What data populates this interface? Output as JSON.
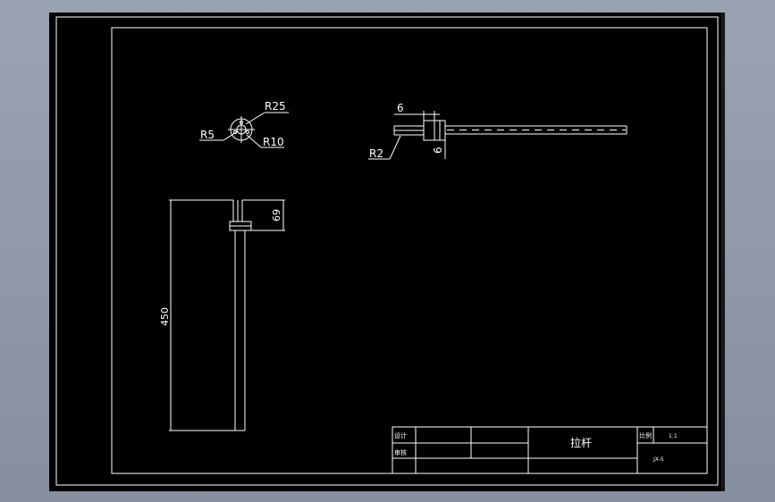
{
  "colors": {
    "background": "#000000",
    "lines": "#ffffff",
    "window": "#8d97a7"
  },
  "top_view": {
    "r25": "R25",
    "r5": "R5",
    "r10": "R10"
  },
  "side_view": {
    "dim_top": "6",
    "dim_side": "6",
    "r2": "R2"
  },
  "front_view": {
    "dim_69": "69",
    "dim_450": "450"
  },
  "title_block": {
    "part_name": "拉杆",
    "label_left_1": "设计",
    "label_left_2": "审核",
    "label_scale": "比例",
    "scale_value": "1:1",
    "drawing_no": "JX-5"
  }
}
